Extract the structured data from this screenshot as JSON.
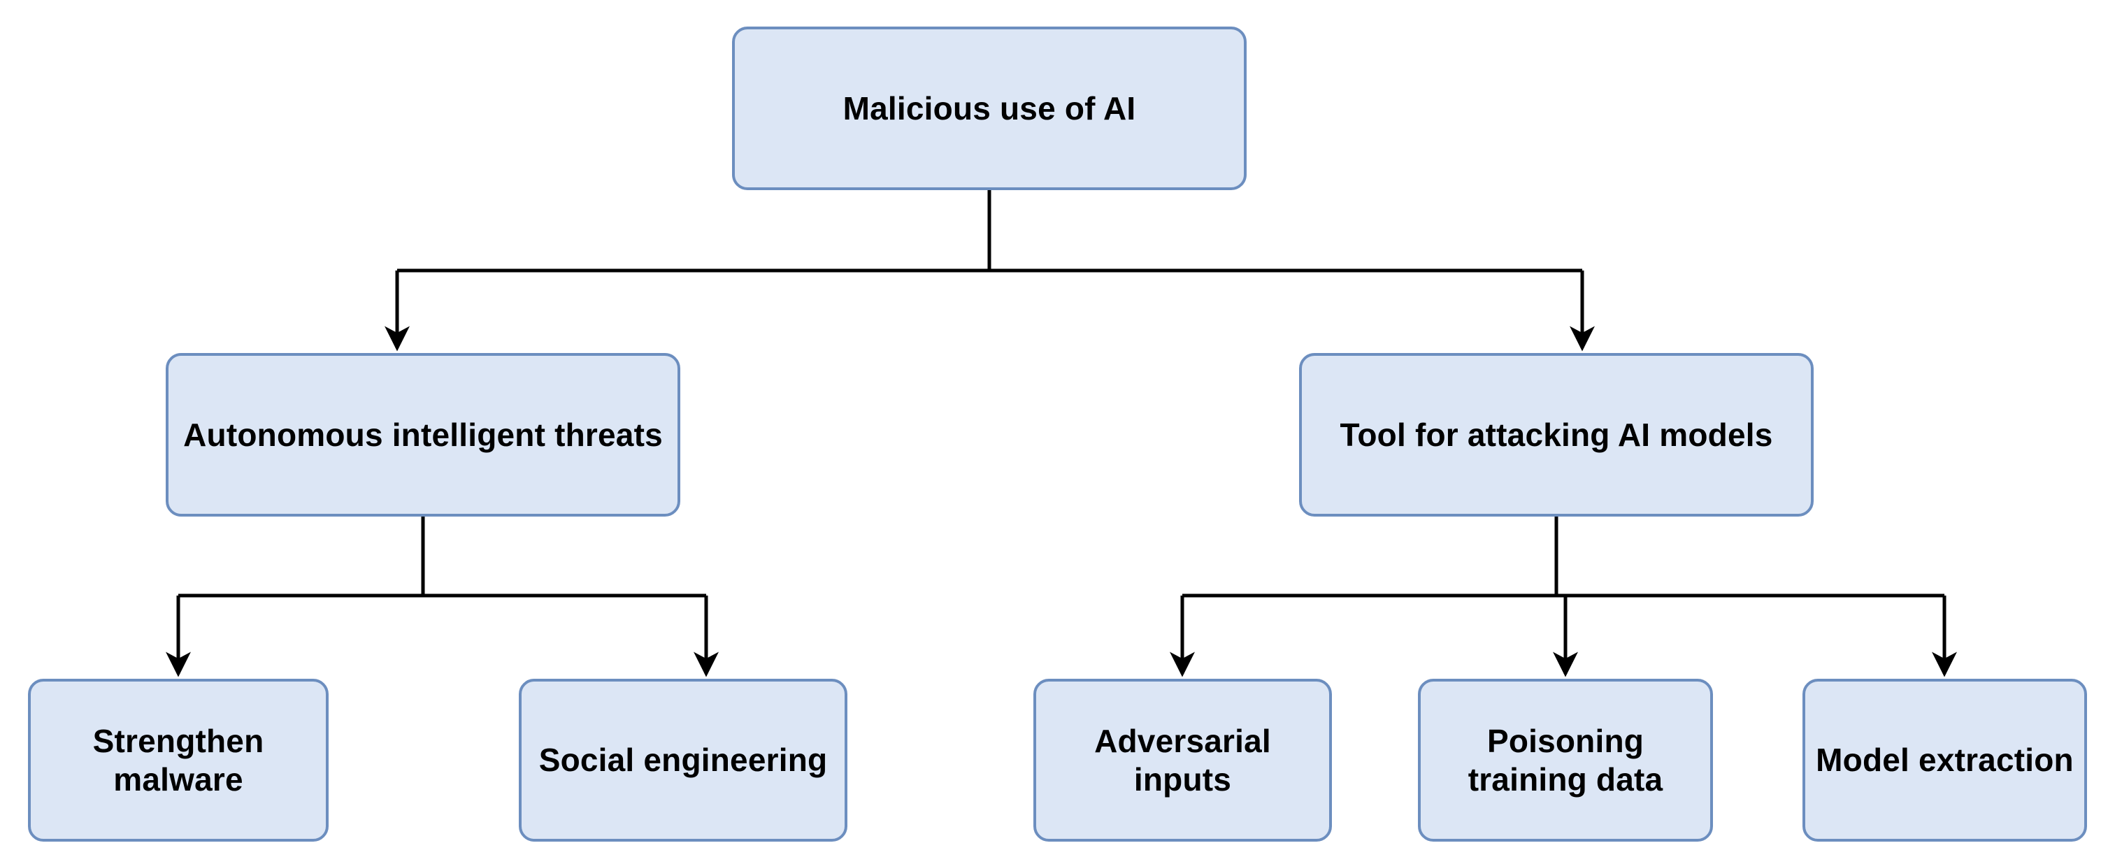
{
  "diagram": {
    "title": "Malicious use of AI",
    "type": "hierarchy-tree",
    "orientation": "top-down",
    "levels": 3,
    "colors": {
      "node_fill": "#dce6f5",
      "node_border": "#6c8ebf",
      "node_text": "#000000",
      "connector": "#000000",
      "background": "#ffffff"
    },
    "nodes": {
      "root": {
        "id": "malicious-use-of-ai",
        "label": "Malicious use of AI",
        "level": 0
      },
      "branches": [
        {
          "id": "autonomous-intelligent-threats",
          "label": "Autonomous intelligent threats",
          "level": 1,
          "children": [
            {
              "id": "strengthen-malware",
              "label": "Strengthen malware",
              "level": 2
            },
            {
              "id": "social-engineering",
              "label": "Social engineering",
              "level": 2
            }
          ]
        },
        {
          "id": "tool-for-attacking-ai-models",
          "label": "Tool for attacking AI models",
          "level": 1,
          "children": [
            {
              "id": "adversarial-inputs",
              "label": "Adversarial inputs",
              "level": 2
            },
            {
              "id": "poisoning-training-data",
              "label": "Poisoning training data",
              "level": 2
            },
            {
              "id": "model-extraction",
              "label": "Model extraction",
              "level": 2
            }
          ]
        }
      ]
    },
    "edges": [
      {
        "from": "malicious-use-of-ai",
        "to": "autonomous-intelligent-threats",
        "style": "elbow-arrow"
      },
      {
        "from": "malicious-use-of-ai",
        "to": "tool-for-attacking-ai-models",
        "style": "elbow-arrow"
      },
      {
        "from": "autonomous-intelligent-threats",
        "to": "strengthen-malware",
        "style": "elbow-arrow"
      },
      {
        "from": "autonomous-intelligent-threats",
        "to": "social-engineering",
        "style": "elbow-arrow"
      },
      {
        "from": "tool-for-attacking-ai-models",
        "to": "adversarial-inputs",
        "style": "elbow-arrow"
      },
      {
        "from": "tool-for-attacking-ai-models",
        "to": "poisoning-training-data",
        "style": "elbow-arrow"
      },
      {
        "from": "tool-for-attacking-ai-models",
        "to": "model-extraction",
        "style": "elbow-arrow"
      }
    ]
  }
}
